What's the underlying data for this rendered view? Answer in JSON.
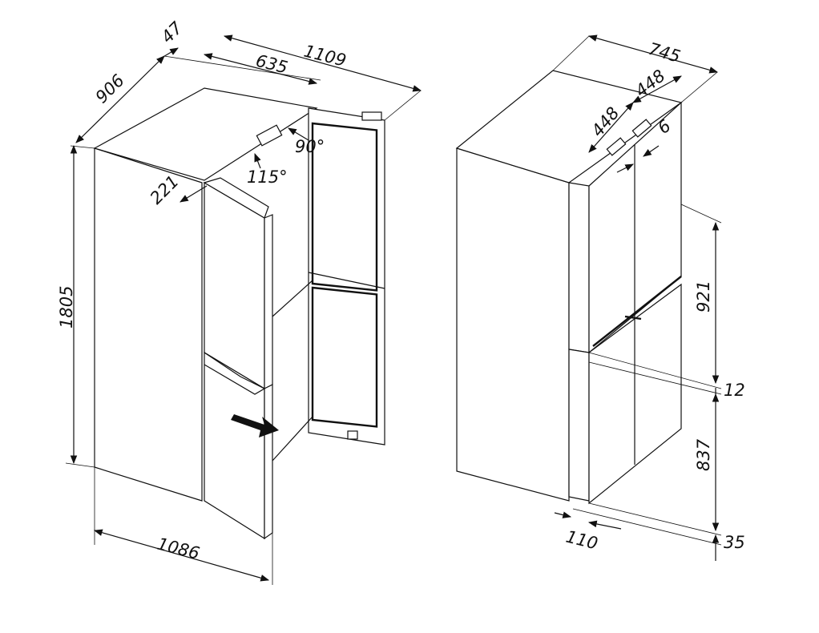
{
  "dimensions": {
    "left_view": {
      "depth_total": "906",
      "door_thickness": "47",
      "door_open_width": "635",
      "width_open_total": "1109",
      "handle_depth": "221",
      "height": "1805",
      "width_at_floor": "1086",
      "angle_door_stop": "90°",
      "angle_door_max": "115°"
    },
    "right_view": {
      "total_depth": "745",
      "door_width_right": "448",
      "door_width_left": "448",
      "gap": "6",
      "upper_compartment_height": "921",
      "middle_gap": "12",
      "lower_compartment_height": "837",
      "plinth_height": "35",
      "plinth_depth": "110"
    }
  }
}
